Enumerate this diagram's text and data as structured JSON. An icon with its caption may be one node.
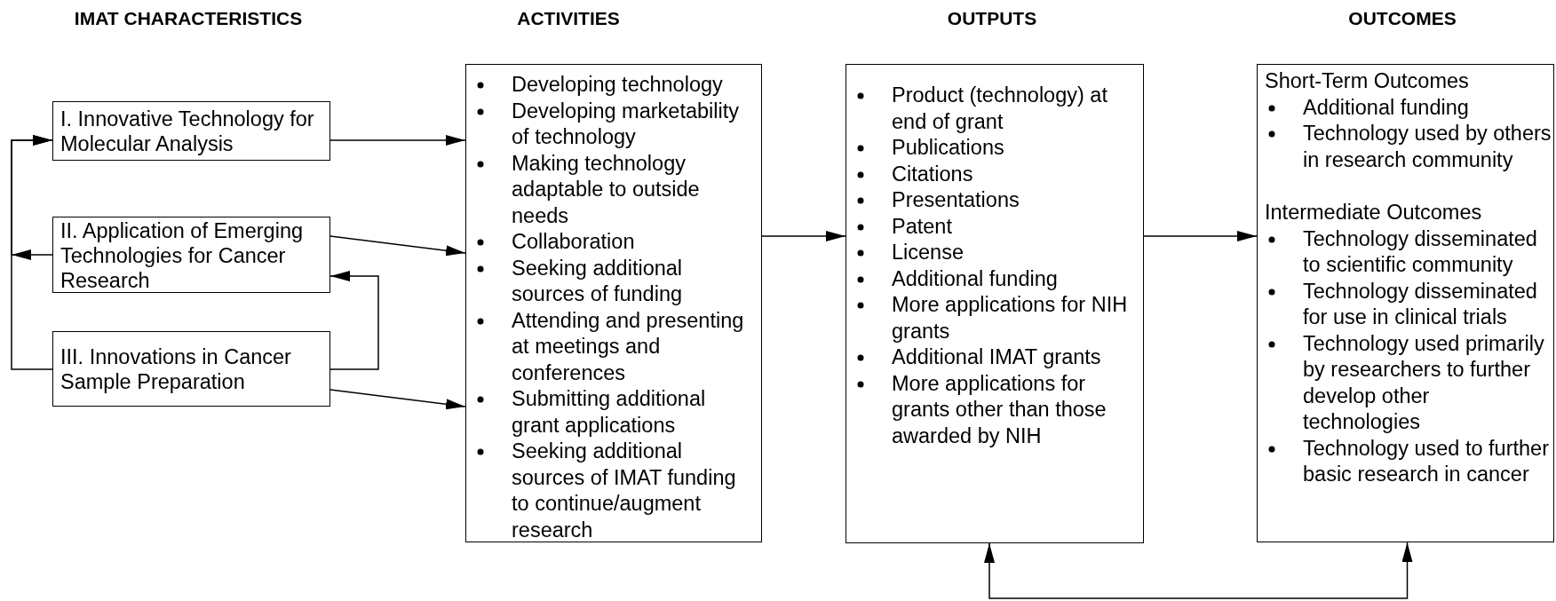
{
  "diagram": {
    "nodes": [
      {
        "text": [
          "I. Innovative Technology for Molecular Analysis"
        ]
      },
      {
        "text": [
          "II. Application of Emerging Technologies for Cancer Research"
        ]
      },
      {
        "text": [
          "III. Innovations in Cancer Sample Preparation"
        ]
      },
      {
        "text": [
          "Developing technology",
          "Developing marketability of technology",
          "Making technology adaptable to outside needs",
          "Collaboration",
          "Seeking additional sources of funding",
          "Attending and presenting at meetings and conferences",
          "Submitting additional grant applications",
          "Seeking additional sources of IMAT funding to continue/augment research"
        ]
      },
      {
        "text": [
          "Product (technology) at end of grant",
          "Publications",
          "Citations",
          "Presentations",
          "Patent",
          "License",
          "Additional funding",
          "More applications for NIH grants",
          "Additional IMAT grants",
          "More applications for grants other than those awarded by NIH"
        ]
      },
      {
        "text": [
          "Short-Term Outcomes",
          "Additional funding",
          "Technology used by others in research community",
          "Intermediate Outcomes",
          "Technology disseminated to scientific community",
          "Technology disseminated for use in clinical trials",
          "Technology used primarily by researchers to further develop other technologies",
          "Technology used to further basic research in cancer"
        ]
      }
    ],
    "edges": [
      {
        "from": 0,
        "to": 3,
        "arrow": "to"
      },
      {
        "from": 1,
        "to": 3,
        "arrow": "to"
      },
      {
        "from": 2,
        "to": 3,
        "arrow": "to"
      },
      {
        "from": 2,
        "to": 1,
        "arrow": "to"
      },
      {
        "from": 2,
        "to": 0,
        "arrow": "to"
      },
      {
        "from": 1,
        "to": 0,
        "arrow": "to"
      },
      {
        "from": 3,
        "to": 4,
        "arrow": "to"
      },
      {
        "from": 4,
        "to": 5,
        "arrow": "to"
      },
      {
        "from": 4,
        "to": 5,
        "arrow": "both"
      }
    ],
    "labels": [
      "IMAT CHARACTERISTICS",
      "ACTIVITIES",
      "OUTPUTS",
      "OUTCOMES"
    ]
  }
}
